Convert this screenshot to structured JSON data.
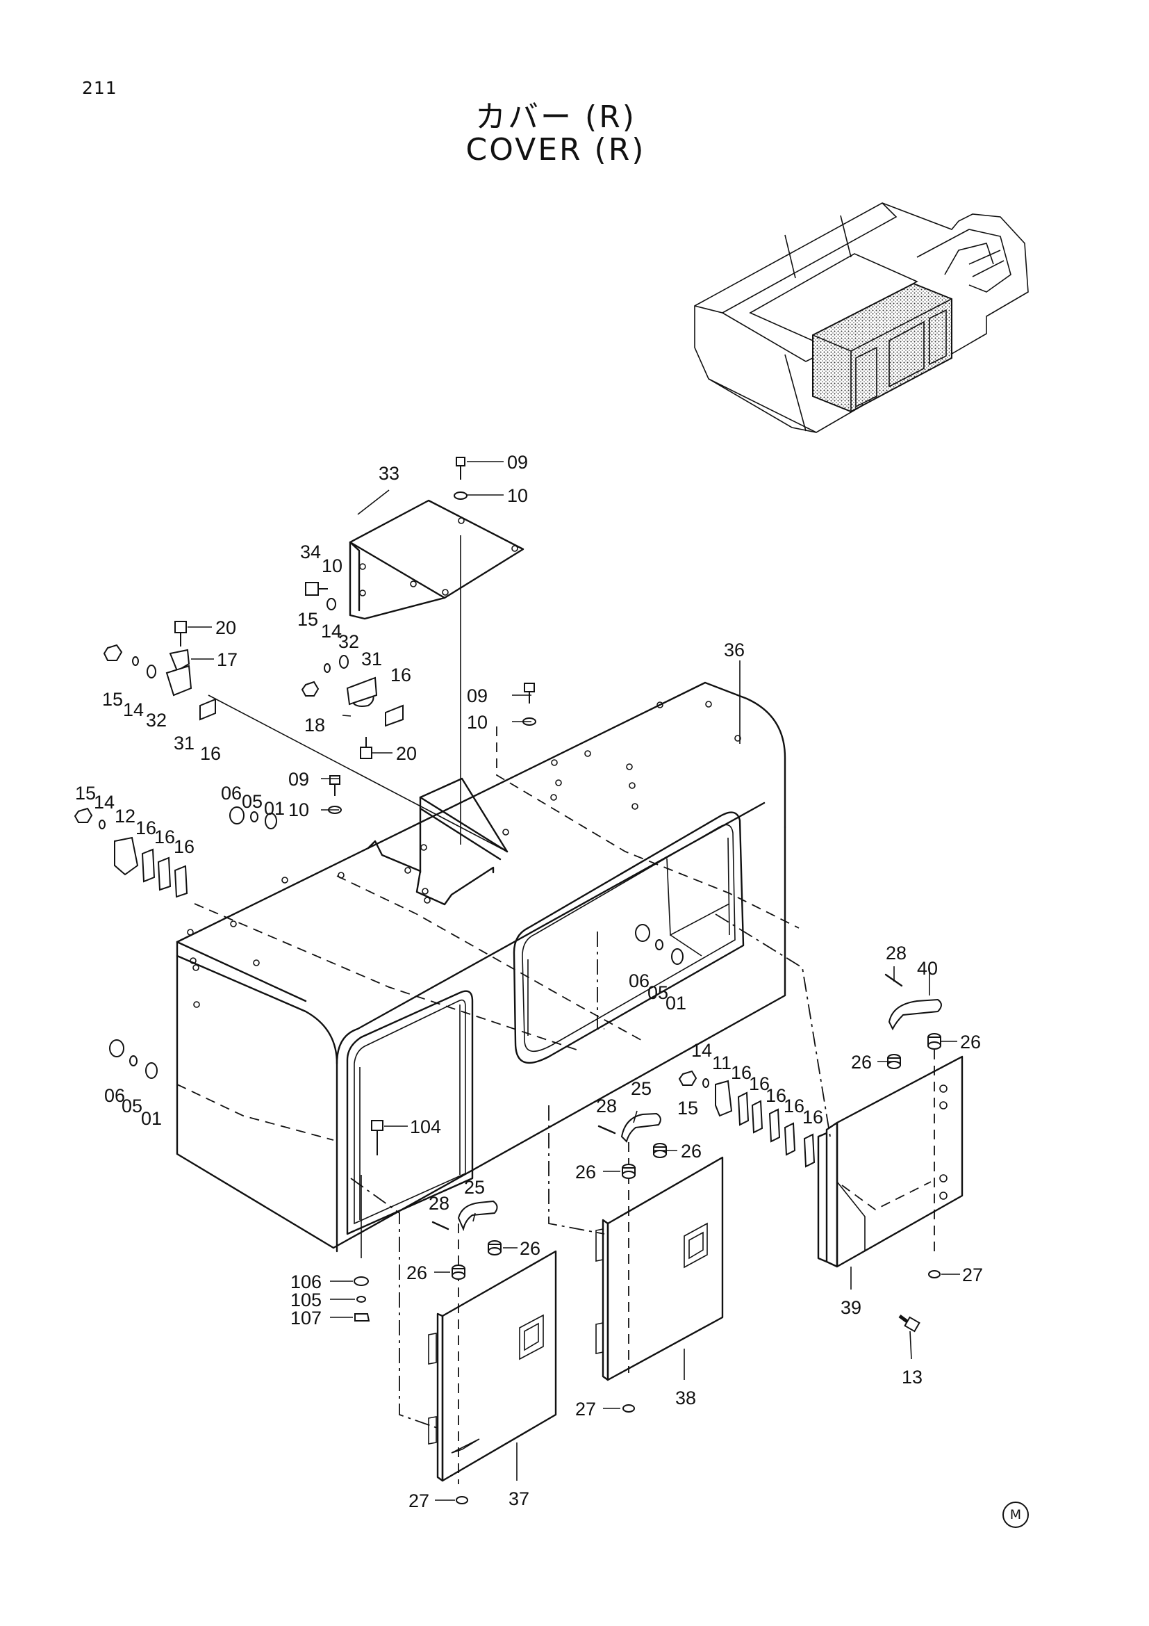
{
  "page_number": "211",
  "title_jp": "カバー (R)",
  "title_en": "COVER (R)",
  "corner_mark": "M",
  "callouts": [
    {
      "id": "c09a",
      "text": "09"
    },
    {
      "id": "c10a",
      "text": "10"
    },
    {
      "id": "c33",
      "text": "33"
    },
    {
      "id": "c34",
      "text": "34"
    },
    {
      "id": "c10b",
      "text": "10"
    },
    {
      "id": "c20a",
      "text": "20"
    },
    {
      "id": "c17",
      "text": "17"
    },
    {
      "id": "c15a",
      "text": "15"
    },
    {
      "id": "c14a",
      "text": "14"
    },
    {
      "id": "c32a",
      "text": "32"
    },
    {
      "id": "c31a",
      "text": "31"
    },
    {
      "id": "c16a",
      "text": "16"
    },
    {
      "id": "c15b",
      "text": "15"
    },
    {
      "id": "c14b",
      "text": "14"
    },
    {
      "id": "c32b",
      "text": "32"
    },
    {
      "id": "c31b",
      "text": "31"
    },
    {
      "id": "c16b",
      "text": "16"
    },
    {
      "id": "c18",
      "text": "18"
    },
    {
      "id": "c20b",
      "text": "20"
    },
    {
      "id": "c36",
      "text": "36"
    },
    {
      "id": "c09b",
      "text": "09"
    },
    {
      "id": "c10c",
      "text": "10"
    },
    {
      "id": "c06a",
      "text": "06"
    },
    {
      "id": "c05a",
      "text": "05"
    },
    {
      "id": "c01a",
      "text": "01"
    },
    {
      "id": "c09c",
      "text": "09"
    },
    {
      "id": "c10d",
      "text": "10"
    },
    {
      "id": "c15c",
      "text": "15"
    },
    {
      "id": "c14c",
      "text": "14"
    },
    {
      "id": "c12",
      "text": "12"
    },
    {
      "id": "c16c",
      "text": "16"
    },
    {
      "id": "c16d",
      "text": "16"
    },
    {
      "id": "c16e",
      "text": "16"
    },
    {
      "id": "c06b",
      "text": "06"
    },
    {
      "id": "c05b",
      "text": "05"
    },
    {
      "id": "c01b",
      "text": "01"
    },
    {
      "id": "c28a",
      "text": "28"
    },
    {
      "id": "c40",
      "text": "40"
    },
    {
      "id": "c26a",
      "text": "26"
    },
    {
      "id": "c26b",
      "text": "26"
    },
    {
      "id": "c06c",
      "text": "06"
    },
    {
      "id": "c05c",
      "text": "05"
    },
    {
      "id": "c01c",
      "text": "01"
    },
    {
      "id": "c14d",
      "text": "14"
    },
    {
      "id": "c11",
      "text": "11"
    },
    {
      "id": "c16f",
      "text": "16"
    },
    {
      "id": "c16g",
      "text": "16"
    },
    {
      "id": "c16h",
      "text": "16"
    },
    {
      "id": "c16i",
      "text": "16"
    },
    {
      "id": "c16j",
      "text": "16"
    },
    {
      "id": "c15d",
      "text": "15"
    },
    {
      "id": "c25a",
      "text": "25"
    },
    {
      "id": "c28b",
      "text": "28"
    },
    {
      "id": "c26c",
      "text": "26"
    },
    {
      "id": "c104",
      "text": "104"
    },
    {
      "id": "c26d",
      "text": "26"
    },
    {
      "id": "c28c",
      "text": "28"
    },
    {
      "id": "c25b",
      "text": "25"
    },
    {
      "id": "c26e",
      "text": "26"
    },
    {
      "id": "c26f",
      "text": "26"
    },
    {
      "id": "c106",
      "text": "106"
    },
    {
      "id": "c105",
      "text": "105"
    },
    {
      "id": "c107",
      "text": "107"
    },
    {
      "id": "c27a",
      "text": "27"
    },
    {
      "id": "c39",
      "text": "39"
    },
    {
      "id": "c13",
      "text": "13"
    },
    {
      "id": "c38",
      "text": "38"
    },
    {
      "id": "c27b",
      "text": "27"
    },
    {
      "id": "c27c",
      "text": "27"
    },
    {
      "id": "c37",
      "text": "37"
    }
  ]
}
